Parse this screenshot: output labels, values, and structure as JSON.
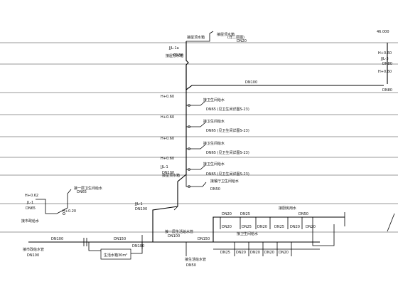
{
  "colors": {
    "line": "#000000",
    "floor": "#333333",
    "background": "#ffffff"
  },
  "top_right": {
    "elev": "46.000",
    "h1": "H+0.60",
    "jl3": "JJL-3",
    "dn80": "DN80",
    "h2": "H+0.60",
    "dn80b": "DN80"
  },
  "top_branch": {
    "label": "接屋顶水箱",
    "sub": "DN20",
    "note": "(详二层图)"
  },
  "riser_label_1": "JJL-1a",
  "riser_label_1_dn": "DN50",
  "floor_label": "接屋顶水箱",
  "main_dn": "DN100",
  "branches": [
    {
      "h": "H+0.60",
      "label": "接卫生间给水",
      "dn": "DN65 (见卫生间详图S-23)"
    },
    {
      "h": "H+0.60",
      "label": "接卫生间给水",
      "dn": "DN65 (见卫生间详图S-23)"
    },
    {
      "h": "H+0.60",
      "label": "接卫生间给水",
      "dn": "DN65 (见卫生间详图S-23)"
    },
    {
      "h": "H+0.60",
      "label": "接卫生间给水",
      "dn": "DN65 (见卫生间详图S-23)"
    }
  ],
  "jjl1_upper": {
    "label": "JJL-1",
    "dn": "DN100"
  },
  "roof_label_lower": "接屋顶水箱",
  "branch5": {
    "label": "接餐厅卫生间给水",
    "dn": "DN50"
  },
  "left_group": {
    "h": "H+0.62",
    "jl": "JL-1",
    "dn": "DN65",
    "h2": "H+0.20",
    "label_left": "接市政给水",
    "label_up": "接一层卫生间给水",
    "dn_up": "DN65"
  },
  "jjl1_lower": {
    "label": "JJL-1",
    "dn": "DN100"
  },
  "bottom": {
    "left_label": "接市政给水管",
    "left_dn": "DN100",
    "dn_a": "DN100",
    "dn_b": "DN150",
    "dn_c": "DN100",
    "tank": "生活水箱30m³",
    "pump_label": "接一层生活给水管",
    "pump_dn": "DN100",
    "dn_d": "DN150",
    "left_riser_label": "接生活给水管",
    "left_riser_dn": "DN50"
  },
  "right_network": {
    "top_dn": [
      "DN20",
      "DN25",
      "DN50"
    ],
    "top_label": "接厨房用水",
    "mid_dn": [
      "DN20",
      "DN25",
      "DN20",
      "DN25",
      "DN20",
      "DN20"
    ],
    "low_dn": [
      "DN25",
      "DN20",
      "DN20",
      "DN20",
      "DN20"
    ],
    "small_label": "接卫生间给水"
  }
}
